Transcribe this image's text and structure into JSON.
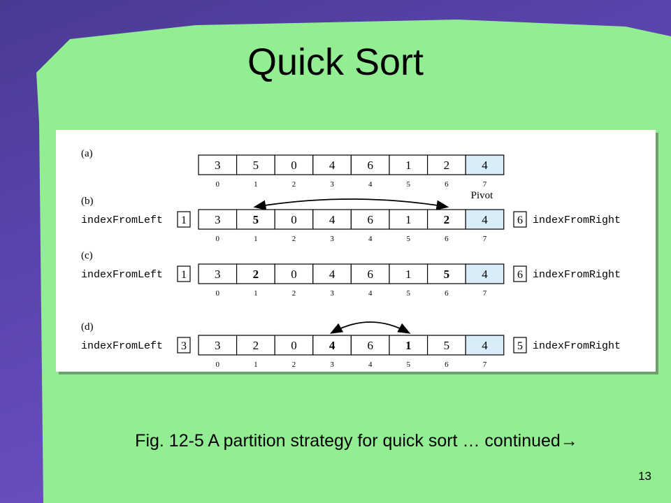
{
  "slide": {
    "title": "Quick Sort",
    "caption": "Fig. 12-5 A partition strategy for quick sort … continued→",
    "page_number": "13"
  },
  "colors": {
    "slide_green": "#93ee93",
    "frame_purple": "#5b44a8",
    "pivot_fill": "#d9edf9",
    "cell_border": "#000000"
  },
  "figure": {
    "index_labels": [
      "0",
      "1",
      "2",
      "3",
      "4",
      "5",
      "6",
      "7"
    ],
    "left_label": "indexFromLeft",
    "right_label": "indexFromRight",
    "pivot_label": "Pivot",
    "rows": [
      {
        "tag": "(a)",
        "values": [
          "3",
          "5",
          "0",
          "4",
          "6",
          "1",
          "2",
          "4"
        ],
        "bold": [],
        "pivot_index": 7,
        "left_index": "",
        "right_index": "",
        "swap": null
      },
      {
        "tag": "(b)",
        "values": [
          "3",
          "5",
          "0",
          "4",
          "6",
          "1",
          "2",
          "4"
        ],
        "bold": [
          1,
          6
        ],
        "pivot_index": 7,
        "left_index": "1",
        "right_index": "6",
        "swap": [
          1,
          6
        ]
      },
      {
        "tag": "(c)",
        "values": [
          "3",
          "2",
          "0",
          "4",
          "6",
          "1",
          "5",
          "4"
        ],
        "bold": [
          1,
          6
        ],
        "pivot_index": 7,
        "left_index": "1",
        "right_index": "6",
        "swap": null
      },
      {
        "tag": "(d)",
        "values": [
          "3",
          "2",
          "0",
          "4",
          "6",
          "1",
          "5",
          "4"
        ],
        "bold": [
          3,
          5
        ],
        "pivot_index": 7,
        "left_index": "3",
        "right_index": "5",
        "swap": [
          3,
          5
        ]
      }
    ]
  }
}
